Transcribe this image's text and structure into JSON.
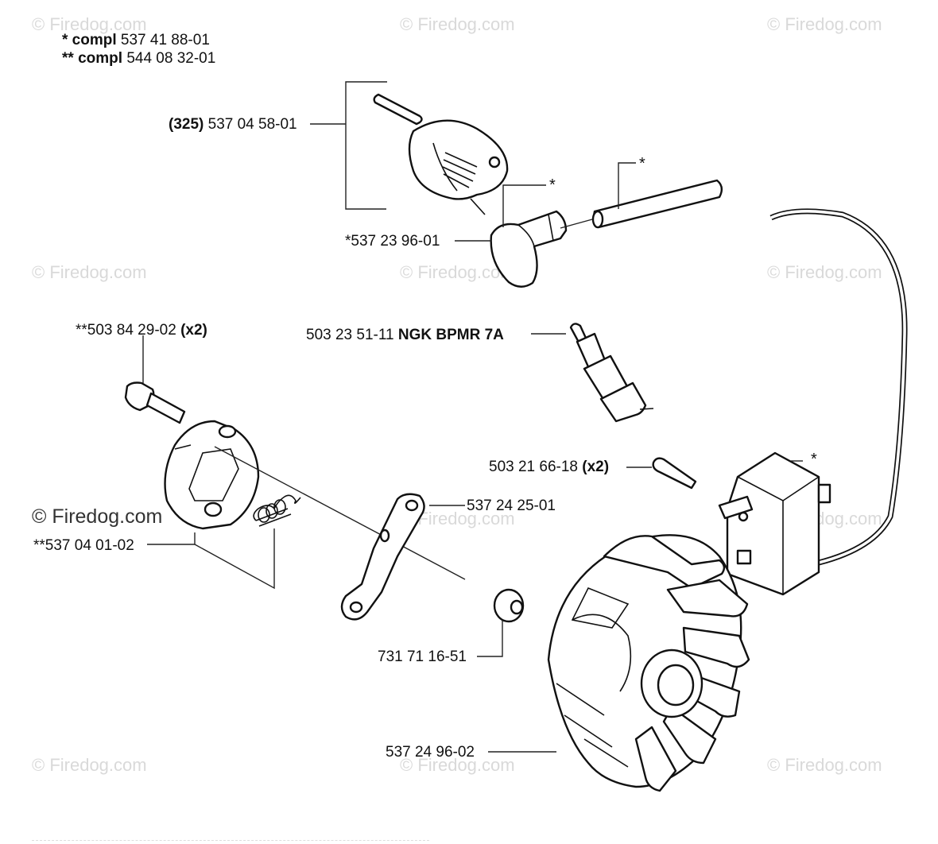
{
  "legend": [
    {
      "mark": "* compl",
      "number": "537 41 88-01"
    },
    {
      "mark": "** compl",
      "number": "544 08 32-01"
    }
  ],
  "callouts": {
    "boot_cover": {
      "prefix": "(325)",
      "number": "537 04 58-01"
    },
    "plug_boot": {
      "number": "*537 23 96-01"
    },
    "screw_pair": {
      "number": "**503 84 29-02",
      "suffix": "(x2)"
    },
    "spark_plug": {
      "number": "503 23 51-11",
      "suffix": "NGK BPMR 7A"
    },
    "module_screw": {
      "number": "503 21 66-18",
      "suffix": "(x2)"
    },
    "link": {
      "number": "537 24 25-01"
    },
    "clutch_hub": {
      "number": "**537 04 01-02"
    },
    "nut": {
      "number": "731 71 16-51"
    },
    "flywheel": {
      "number": "537 24 96-02"
    }
  },
  "stars": {
    "boot_spring": "*",
    "cable": "*",
    "module": "*"
  },
  "watermark": {
    "text": "© Firedog.com",
    "prominent": "© Firedog.com"
  }
}
